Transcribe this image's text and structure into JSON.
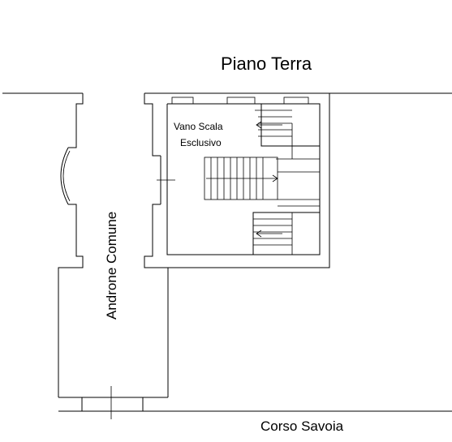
{
  "floor_title": "Piano Terra",
  "rooms": {
    "stair_line1": "Vano Scala",
    "stair_line2": "Esclusivo",
    "hall": "Androne Comune"
  },
  "street": "Corso Savoia"
}
